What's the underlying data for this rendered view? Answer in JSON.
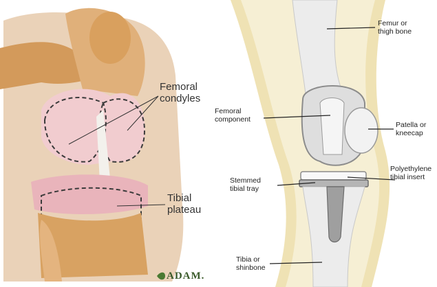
{
  "left_panel": {
    "labels": {
      "femoral_condyles": "Femoral\ncondyles",
      "tibial_plateau": "Tibial\nplateau"
    },
    "logo": "ADAM."
  },
  "right_panel": {
    "labels": {
      "femur": "Femur or\nthigh bone",
      "femoral_component": "Femoral\ncomponent",
      "patella": "Patella or\nkneecap",
      "polyethylene": "Polyethylene\ntibial insert",
      "stemmed_tray": "Stemmed\ntibial tray",
      "tibia": "Tibia or\nshinbone"
    }
  },
  "colors": {
    "bone": "#d9a56a",
    "cartilage": "#f0c8c8",
    "tissue": "#e7c9a8",
    "implant": "#e8e8e8",
    "leg_outline": "#f4e6b8"
  }
}
